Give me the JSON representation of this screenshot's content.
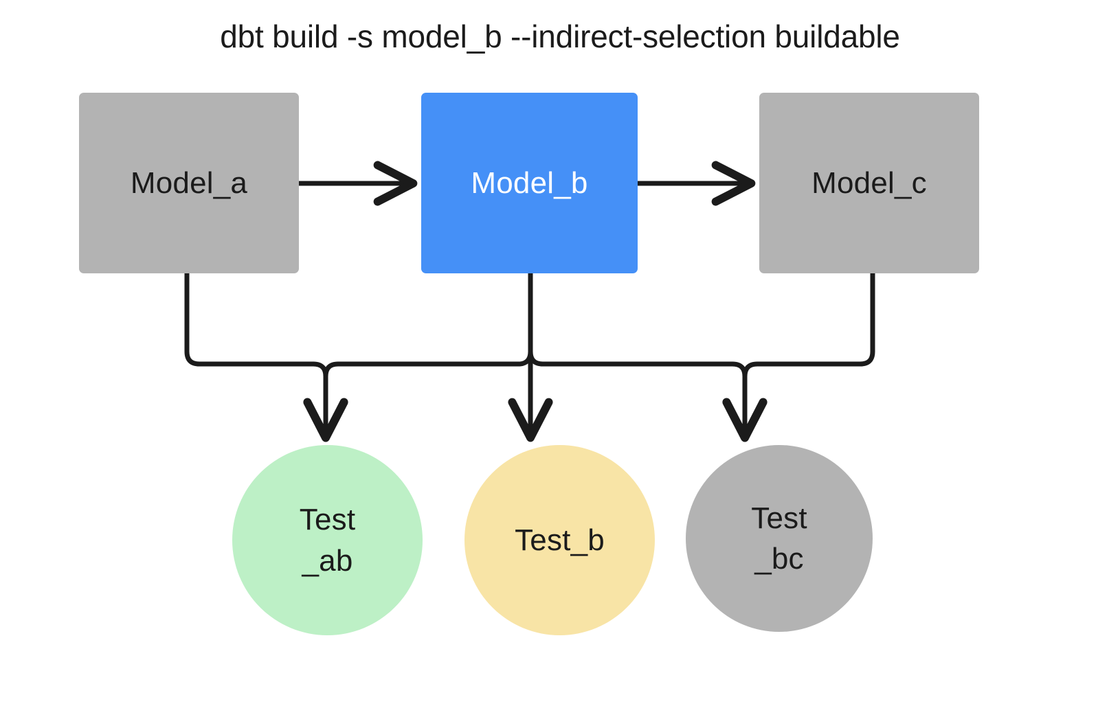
{
  "title": "dbt build -s model_b --indirect-selection buildable",
  "colors": {
    "background": "#ffffff",
    "gray_node": "#b3b3b3",
    "blue_node": "#4590f7",
    "green_node": "#bdf0c6",
    "yellow_node": "#f8e4a6",
    "gray_circle": "#b3b3b3",
    "edge": "#1b1b1b",
    "text_dark": "#1b1b1b",
    "text_light": "#ffffff"
  },
  "models": [
    {
      "id": "model_a",
      "label": "Model_a",
      "fill": "#b3b3b3",
      "text_color": "#1b1b1b"
    },
    {
      "id": "model_b",
      "label": "Model_b",
      "fill": "#4590f7",
      "text_color": "#ffffff"
    },
    {
      "id": "model_c",
      "label": "Model_c",
      "fill": "#b3b3b3",
      "text_color": "#1b1b1b"
    }
  ],
  "tests": [
    {
      "id": "test_ab",
      "line1": "Test",
      "line2": "_ab",
      "fill": "#bdf0c6",
      "text_color": "#1b1b1b"
    },
    {
      "id": "test_b",
      "line1": "Test_b",
      "line2": "",
      "fill": "#f8e4a6",
      "text_color": "#1b1b1b"
    },
    {
      "id": "test_bc",
      "line1": "Test",
      "line2": "_bc",
      "fill": "#b3b3b3",
      "text_color": "#1b1b1b"
    }
  ],
  "edges": [
    {
      "id": "model_a-to-model_b",
      "from": "model_a",
      "to": "model_b",
      "kind": "straight-right"
    },
    {
      "id": "model_b-to-model_c",
      "from": "model_b",
      "to": "model_c",
      "kind": "straight-right"
    },
    {
      "id": "model_a-to-test_ab",
      "from": "model_a",
      "to": "test_ab",
      "kind": "elbow-down-right"
    },
    {
      "id": "model_b-to-test_ab",
      "from": "model_b",
      "to": "test_ab",
      "kind": "elbow-down-left"
    },
    {
      "id": "model_b-to-test_b",
      "from": "model_b",
      "to": "test_b",
      "kind": "straight-down"
    },
    {
      "id": "model_b-to-test_bc",
      "from": "model_b",
      "to": "test_bc",
      "kind": "elbow-down-right"
    },
    {
      "id": "model_c-to-test_bc",
      "from": "model_c",
      "to": "test_bc",
      "kind": "elbow-down-left"
    }
  ]
}
